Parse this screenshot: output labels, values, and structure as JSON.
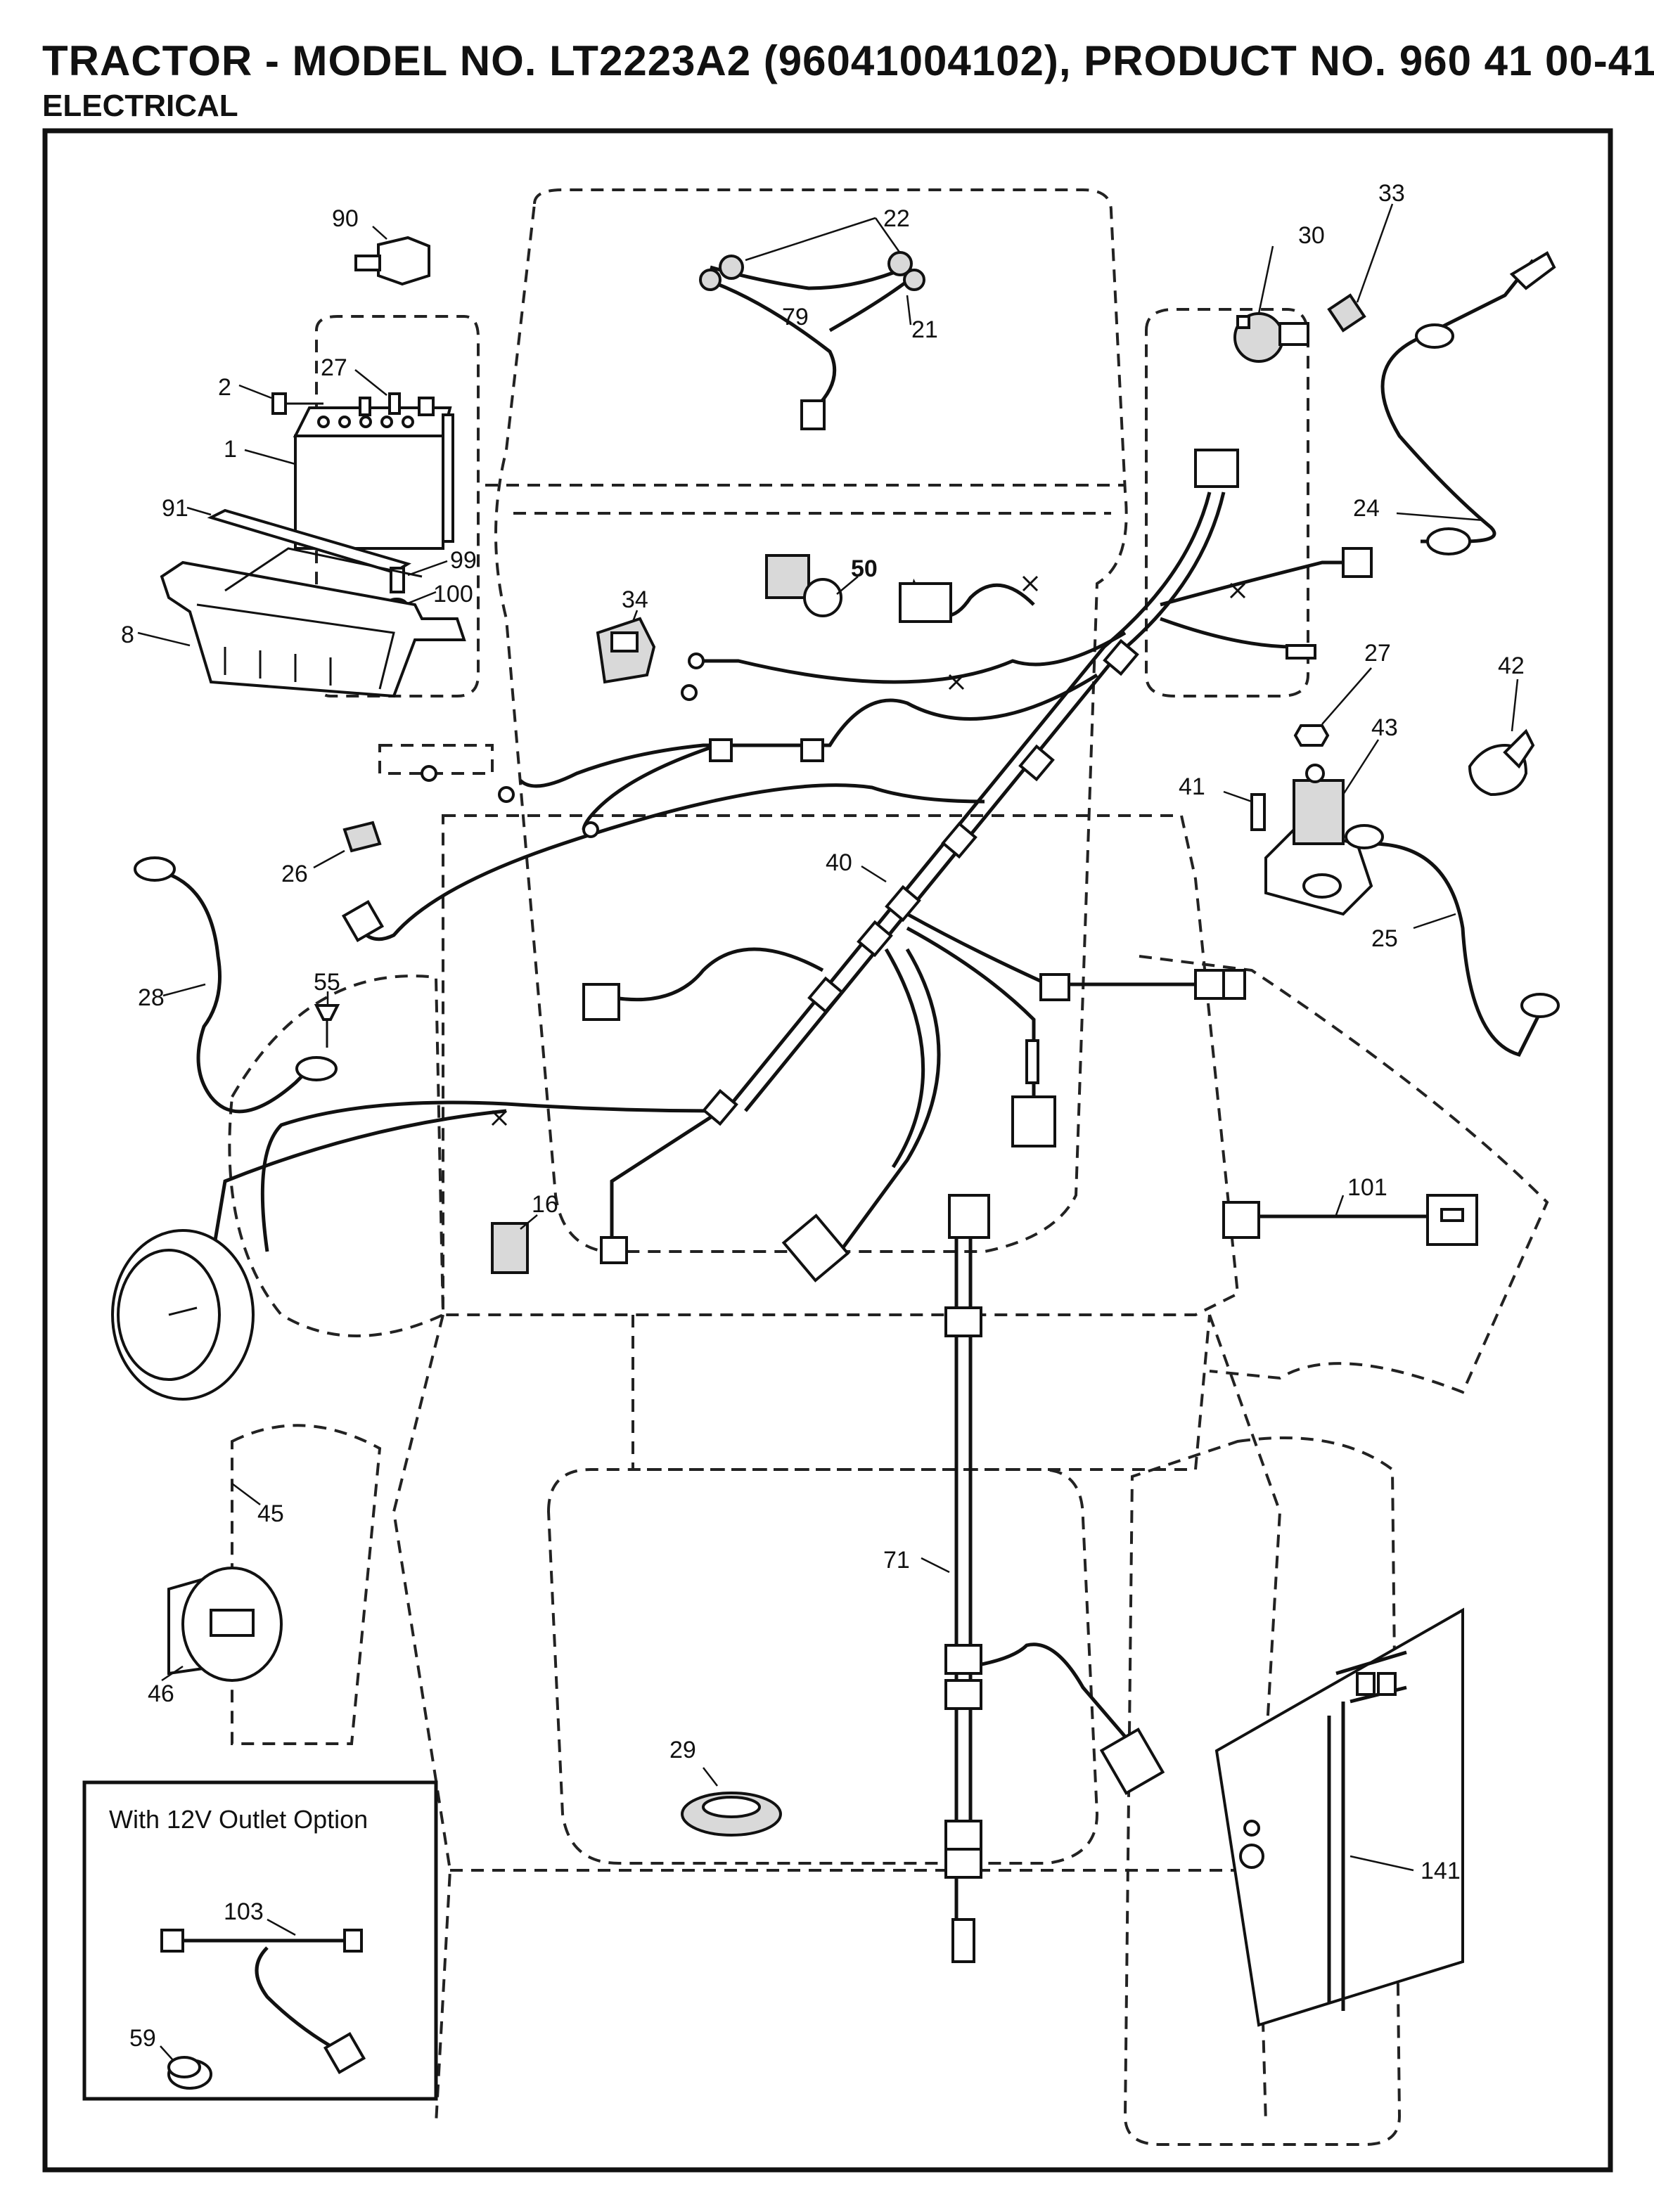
{
  "header": {
    "title": "TRACTOR - MODEL NO. LT2223A2 (96041004102), PRODUCT NO. 960 41 00-41",
    "section": "ELECTRICAL"
  },
  "inset": {
    "label": "With 12V Outlet Option"
  },
  "callouts": {
    "c90": "90",
    "c22": "22",
    "c79": "79",
    "c21": "21",
    "c33": "33",
    "c30": "30",
    "c27a": "27",
    "c2": "2",
    "c1": "1",
    "c91": "91",
    "c99": "99",
    "c100": "100",
    "c8": "8",
    "c50": "50",
    "c34": "34",
    "c24": "24",
    "c27b": "27",
    "c42": "42",
    "c43": "43",
    "c41": "41",
    "c26": "26",
    "c40": "40",
    "c28": "28",
    "c55": "55",
    "c25": "25",
    "c16": "16",
    "c101": "101",
    "c45": "45",
    "c46": "46",
    "c71": "71",
    "c29": "29",
    "c141": "141",
    "c103": "103",
    "c59": "59"
  }
}
